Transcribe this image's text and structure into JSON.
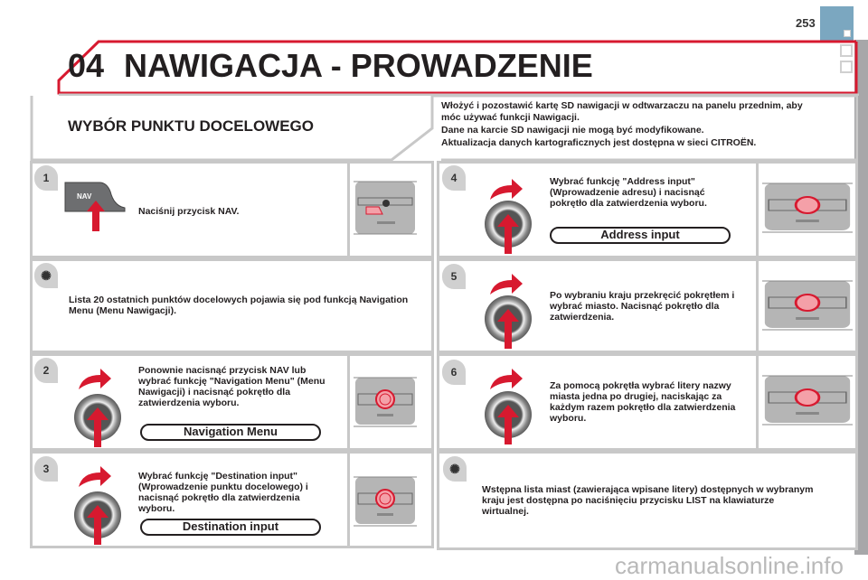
{
  "page": {
    "number": "253"
  },
  "header": {
    "chapter": "04",
    "title": "NAWIGACJA - PROWADZENIE"
  },
  "section": {
    "title": "WYBÓR PUNKTU DOCELOWEGO"
  },
  "info_top": [
    "Włożyć i pozostawić kartę SD nawigacji w odtwarzaczu na panelu przednim, aby móc używać funkcji Nawigacji.",
    "Dane na karcie SD nawigacji nie mogą być modyfikowane.",
    "Aktualizacja danych kartograficznych jest dostępna w sieci CITROËN."
  ],
  "steps": [
    {
      "num": "1",
      "text": "Naciśnij przycisk NAV.",
      "button_label": "NAV"
    },
    {
      "num": "2",
      "text": "Ponownie nacisnąć przycisk NAV lub wybrać funkcję \"Navigation Menu\" (Menu Nawigacji) i nacisnąć pokrętło dla zatwierdzenia wyboru.",
      "pill": "Navigation Menu"
    },
    {
      "num": "3",
      "text": "Wybrać funkcję \"Destination input\" (Wprowadzenie punktu docelowego) i nacisnąć pokrętło dla zatwierdzenia wyboru.",
      "pill": "Destination input"
    },
    {
      "num": "4",
      "text": "Wybrać funkcję \"Address input\" (Wprowadzenie adresu) i nacisnąć pokrętło dla zatwierdzenia wyboru.",
      "pill": "Address input"
    },
    {
      "num": "5",
      "text": "Po wybraniu kraju przekręcić pokrętłem i wybrać miasto. Nacisnąć pokrętło dla zatwierdzenia."
    },
    {
      "num": "6",
      "text": "Za pomocą pokrętła wybrać litery nazwy miasta jedna po drugiej, naciskając za każdym razem pokrętło dla zatwierdzenia wyboru."
    }
  ],
  "tips": [
    {
      "text": "Lista 20 ostatnich punktów docelowych pojawia się pod funkcją Navigation Menu (Menu Nawigacji)."
    },
    {
      "text": "Wstępna lista miast (zawierająca wpisane litery) dostępnych w wybranym kraju jest dostępna po naciśnięciu przycisku LIST na klawiaturze wirtualnej."
    }
  ],
  "watermark": "carmanualsonline.info",
  "colors": {
    "accent_red": "#d7192f",
    "tab_blue": "#7ba7c0",
    "border_grey": "#c8c8c8"
  }
}
